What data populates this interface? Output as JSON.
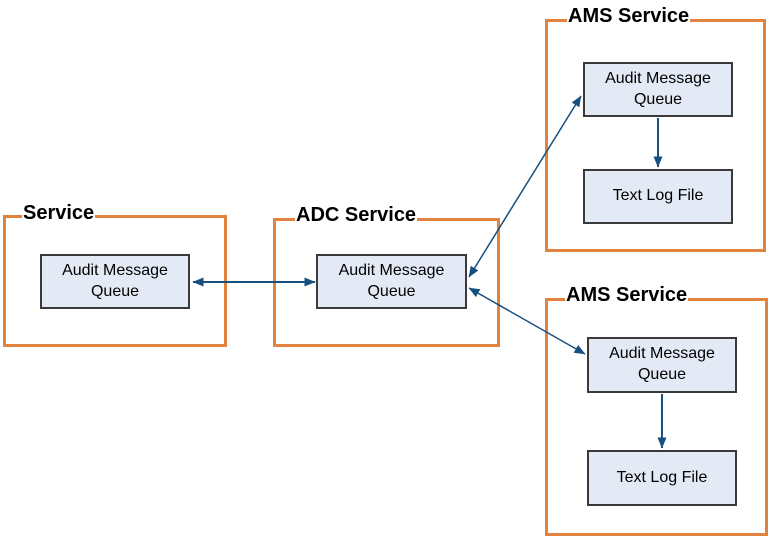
{
  "nodes": {
    "service": {
      "title": "Service",
      "queue_label": "Audit Message Queue"
    },
    "adc": {
      "title": "ADC Service",
      "queue_label": "Audit Message Queue"
    },
    "ams_top": {
      "title": "AMS Service",
      "queue_label": "Audit Message Queue",
      "log_label": "Text Log File"
    },
    "ams_bottom": {
      "title": "AMS Service",
      "queue_label": "Audit Message Queue",
      "log_label": "Text Log File"
    }
  },
  "edges": [
    {
      "from": "service.queue",
      "to": "adc.queue",
      "direction": "bidirectional"
    },
    {
      "from": "adc.queue",
      "to": "ams_top.queue",
      "direction": "bidirectional"
    },
    {
      "from": "adc.queue",
      "to": "ams_bottom.queue",
      "direction": "bidirectional"
    },
    {
      "from": "ams_top.queue",
      "to": "ams_top.log",
      "direction": "one-way"
    },
    {
      "from": "ams_bottom.queue",
      "to": "ams_bottom.log",
      "direction": "one-way"
    }
  ],
  "colors": {
    "container_border": "#E2823F",
    "node_fill": "#E4EAF5",
    "node_border": "#3a3a3a",
    "arrow": "#174F7E",
    "text": "#000000",
    "background": "#ffffff"
  }
}
